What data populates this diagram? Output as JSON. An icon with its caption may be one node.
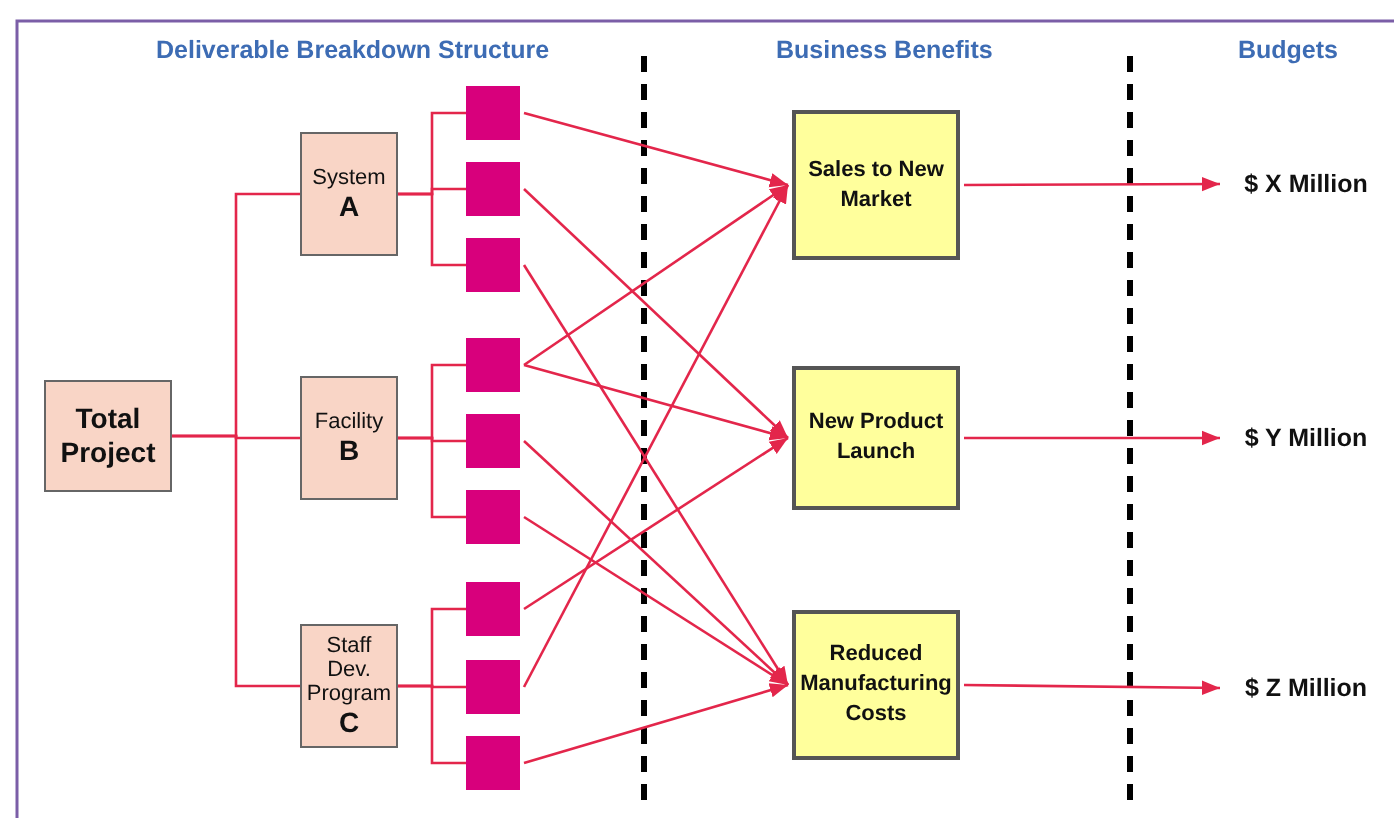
{
  "diagram": {
    "nodes": [
      {
        "text": [
          "Total Project"
        ]
      },
      {
        "text": [
          "System",
          "A"
        ]
      },
      {
        "text": [
          "Facility",
          "B"
        ]
      },
      {
        "text": [
          "Staff Dev. Program",
          "C"
        ]
      },
      {
        "text": [],
        "shape": "box"
      },
      {
        "text": [],
        "shape": "box"
      },
      {
        "text": [],
        "shape": "box"
      },
      {
        "text": [],
        "shape": "box"
      },
      {
        "text": [],
        "shape": "box"
      },
      {
        "text": [],
        "shape": "box"
      },
      {
        "text": [],
        "shape": "box"
      },
      {
        "text": [],
        "shape": "box"
      },
      {
        "text": [],
        "shape": "box"
      },
      {
        "text": [
          "Sales to New Market"
        ]
      },
      {
        "text": [
          "New Product Launch"
        ]
      },
      {
        "text": [
          "Reduced Manufacturing Costs"
        ]
      },
      {
        "text": [
          "$ X Million"
        ]
      },
      {
        "text": [
          "$ Y Million"
        ]
      },
      {
        "text": [
          "$ Z Million"
        ]
      }
    ],
    "edges": [
      {
        "from": 0,
        "to": 1,
        "arrow": "none"
      },
      {
        "from": 0,
        "to": 2,
        "arrow": "none"
      },
      {
        "from": 0,
        "to": 3,
        "arrow": "none"
      },
      {
        "from": 1,
        "to": 4,
        "arrow": "none"
      },
      {
        "from": 1,
        "to": 5,
        "arrow": "none"
      },
      {
        "from": 1,
        "to": 6,
        "arrow": "none"
      },
      {
        "from": 2,
        "to": 7,
        "arrow": "none"
      },
      {
        "from": 2,
        "to": 8,
        "arrow": "none"
      },
      {
        "from": 2,
        "to": 9,
        "arrow": "none"
      },
      {
        "from": 3,
        "to": 10,
        "arrow": "none"
      },
      {
        "from": 3,
        "to": 11,
        "arrow": "none"
      },
      {
        "from": 3,
        "to": 12,
        "arrow": "none"
      },
      {
        "from": 4,
        "to": 13,
        "arrow": "to"
      },
      {
        "from": 5,
        "to": 14,
        "arrow": "to"
      },
      {
        "from": 6,
        "to": 15,
        "arrow": "to"
      },
      {
        "from": 7,
        "to": 13,
        "arrow": "to"
      },
      {
        "from": 7,
        "to": 14,
        "arrow": "to"
      },
      {
        "from": 8,
        "to": 15,
        "arrow": "to"
      },
      {
        "from": 9,
        "to": 15,
        "arrow": "to"
      },
      {
        "from": 10,
        "to": 14,
        "arrow": "to"
      },
      {
        "from": 11,
        "to": 13,
        "arrow": "to"
      },
      {
        "from": 12,
        "to": 15,
        "arrow": "to"
      },
      {
        "from": 13,
        "to": 16,
        "arrow": "to"
      },
      {
        "from": 14,
        "to": 17,
        "arrow": "to"
      },
      {
        "from": 15,
        "to": 18,
        "arrow": "to"
      }
    ],
    "labels": [
      "Deliverable Breakdown Structure",
      "Business Benefits",
      "Budgets"
    ]
  }
}
